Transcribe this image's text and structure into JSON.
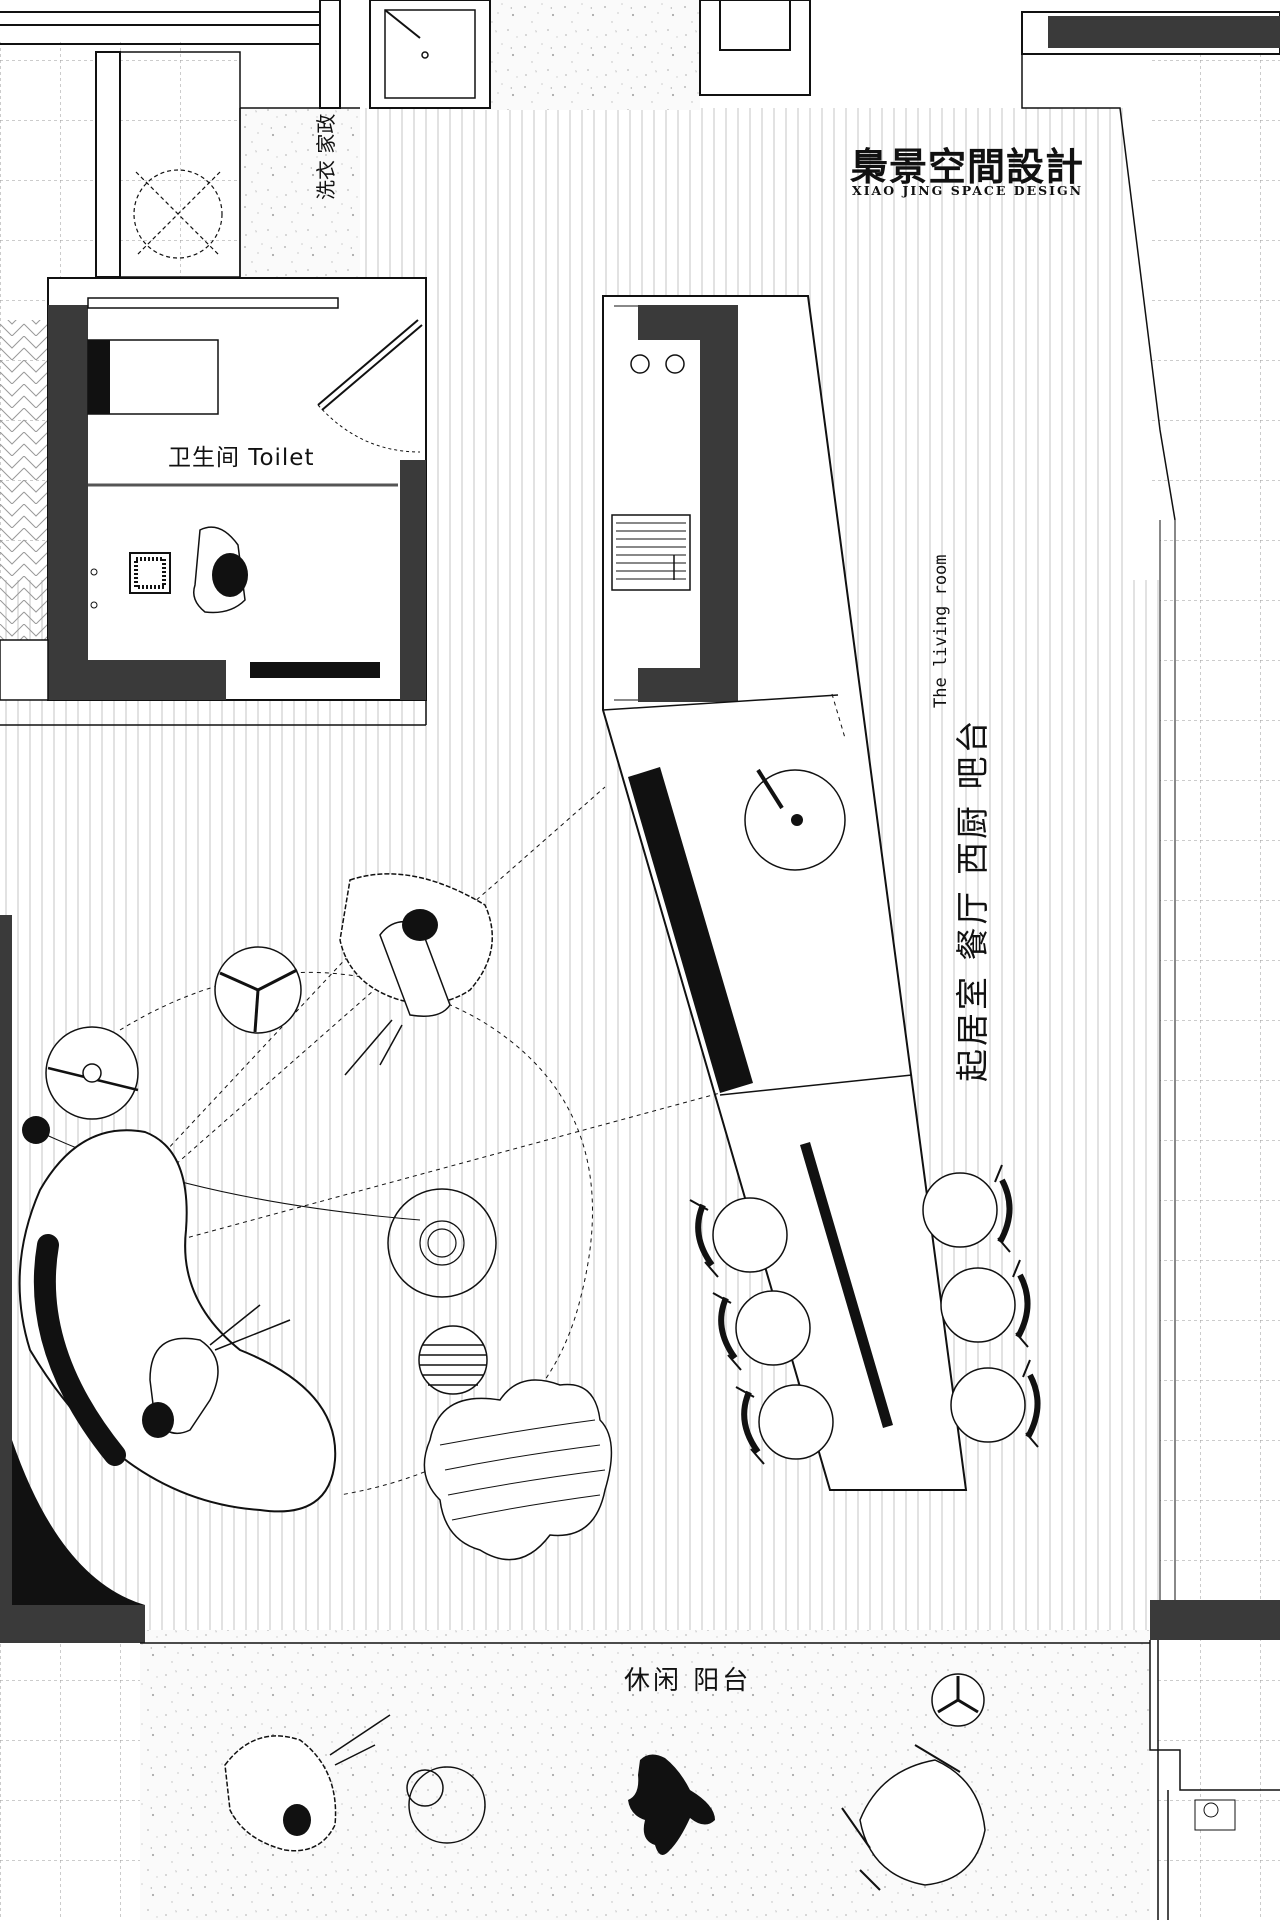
{
  "brand": {
    "name_cn": "梟景空間設計",
    "name_en": "XIAO JING SPACE DESIGN"
  },
  "rooms": {
    "laundry": "洗衣 家政",
    "toilet": "卫生间 Toilet",
    "living_cn": "起居室 餐厅 西厨 吧台",
    "living_en": "The living room",
    "balcony": "休闲  阳台"
  },
  "colors": {
    "wall": "#3a3a3a",
    "line": "#111111",
    "background": "#ffffff",
    "floor_stripe": "#c8c8c8"
  },
  "icons": [
    "floor-drain-icon",
    "person-icon",
    "chair-icon",
    "dog-icon",
    "round-table-icon"
  ]
}
